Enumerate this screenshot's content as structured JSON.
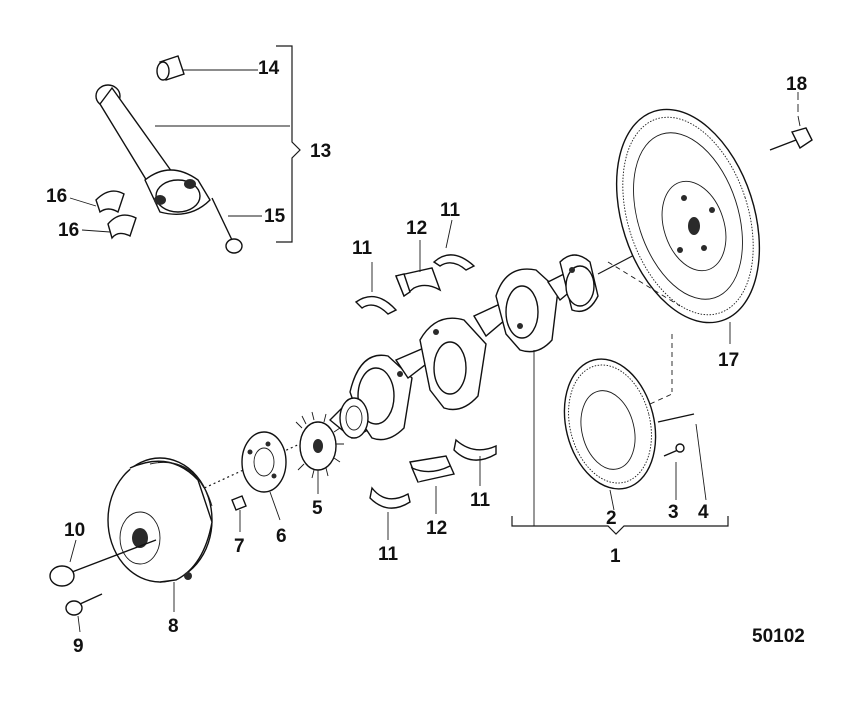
{
  "diagram_id": "50102",
  "callouts": {
    "c1": "1",
    "c2": "2",
    "c3": "3",
    "c4": "4",
    "c5": "5",
    "c6": "6",
    "c7": "7",
    "c8": "8",
    "c9": "9",
    "c10": "10",
    "c11a": "11",
    "c11b": "11",
    "c11c": "11",
    "c11d": "11",
    "c12a": "12",
    "c12b": "12",
    "c13": "13",
    "c14": "14",
    "c15": "15",
    "c16a": "16",
    "c16b": "16",
    "c17": "17",
    "c18": "18"
  }
}
